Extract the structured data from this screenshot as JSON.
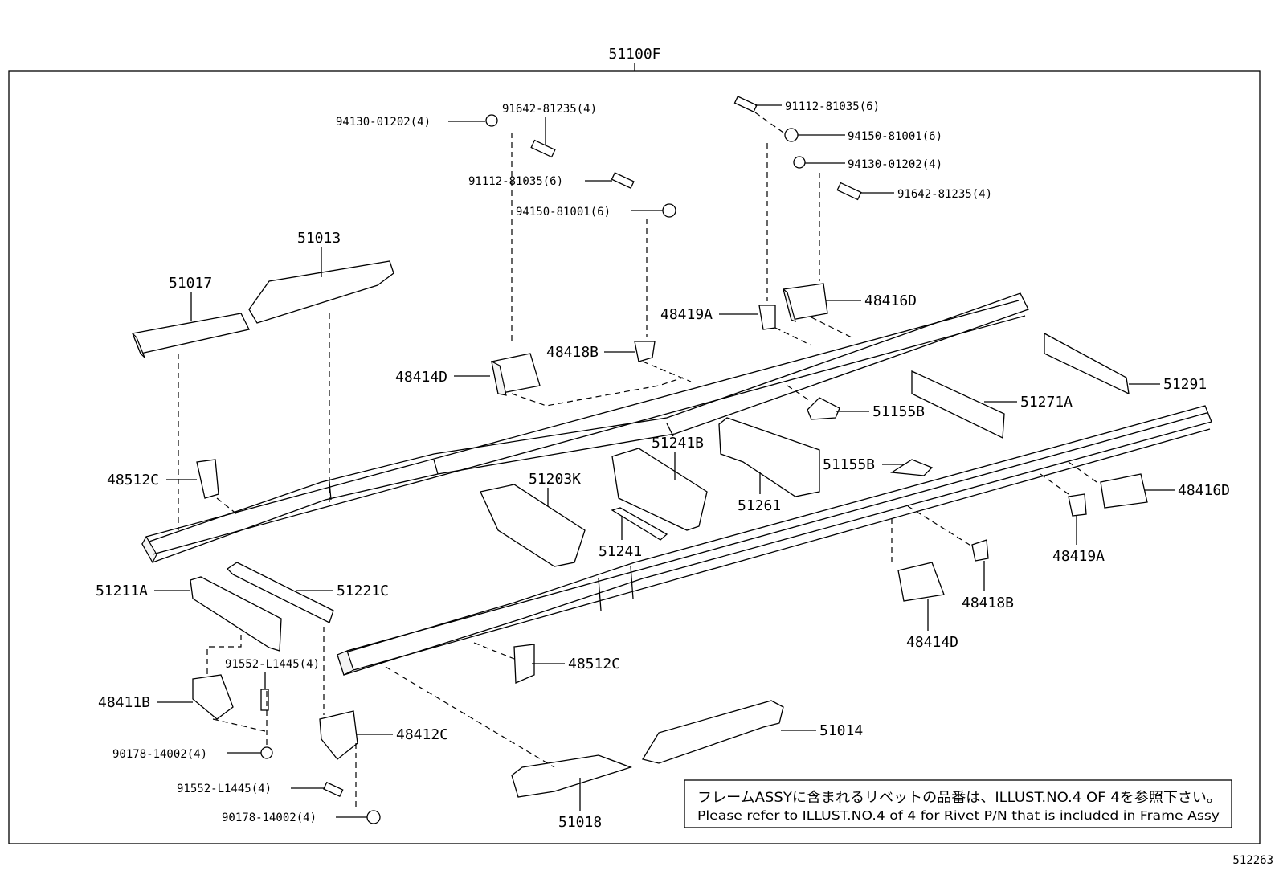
{
  "assembly_label": "51100F",
  "figure_id": "512263",
  "note": {
    "japanese": "フレームASSYに含まれるリベットの品番は、ILLUST.NO.4 OF 4を参照下さい。",
    "english": "Please refer to ILLUST.NO.4 of 4 for Rivet P/N that is included in Frame Assy"
  },
  "labels": {
    "p94130_01202_a": "94130-01202(4)",
    "p91642_81235_a": "91642-81235(4)",
    "p91112_81035_a": "91112-81035(6)",
    "p94150_81001_a": "94150-81001(6)",
    "p91112_81035_b": "91112-81035(6)",
    "p94150_81001_b": "94150-81001(6)",
    "p94130_01202_b": "94130-01202(4)",
    "p91642_81235_b": "91642-81235(4)",
    "p51013": "51013",
    "p51017": "51017",
    "p48419A_a": "48419A",
    "p48416D_a": "48416D",
    "p48418B_a": "48418B",
    "p48414D_a": "48414D",
    "p51291": "51291",
    "p51155B_a": "51155B",
    "p51271A": "51271A",
    "p51241B": "51241B",
    "p51155B_b": "51155B",
    "p48512C_a": "48512C",
    "p51203K": "51203K",
    "p51261": "51261",
    "p48416D_b": "48416D",
    "p51241": "51241",
    "p48419A_b": "48419A",
    "p51211A": "51211A",
    "p51221C": "51221C",
    "p48418B_b": "48418B",
    "p48414D_b": "48414D",
    "p91552_L1445_a": "91552-L1445(4)",
    "p48512C_b": "48512C",
    "p48411B": "48411B",
    "p48412C": "48412C",
    "p51014": "51014",
    "p90178_14002_a": "90178-14002(4)",
    "p91552_L1445_b": "91552-L1445(4)",
    "p90178_14002_b": "90178-14002(4)",
    "p51018": "51018"
  }
}
